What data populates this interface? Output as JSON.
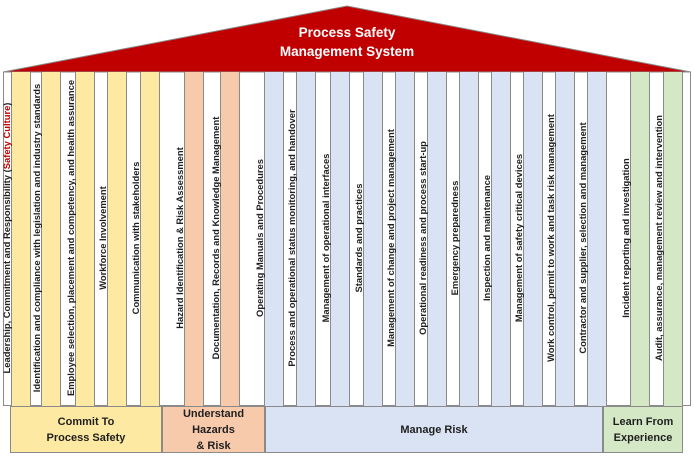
{
  "title_line1": "Process Safety",
  "title_line2": "Management System",
  "colors": {
    "roof": "#c00000",
    "commit": "#fde9a2",
    "understand": "#f7caac",
    "manage": "#dae3f3",
    "learn": "#d5e8c6",
    "red_text": "#c00000"
  },
  "pillars": [
    {
      "group": "commit",
      "label": "Leadership, Commitment and Responsibility (",
      "highlight": "Safety Culture",
      "suffix": ")"
    },
    {
      "group": "commit",
      "label": "Identification and compliance with legislation and industry standards"
    },
    {
      "group": "commit",
      "label": "Employee selection, placement and competency, and health assurance"
    },
    {
      "group": "commit",
      "label": "Workforce Involvement"
    },
    {
      "group": "commit",
      "label": "Communication with stakeholders"
    },
    {
      "group": "understand",
      "label": "Hazard Identification & Risk Assessment"
    },
    {
      "group": "understand",
      "label": "Documentation, Records and Knowledge Management"
    },
    {
      "group": "manage",
      "label": "Operating Manuals and Procedures"
    },
    {
      "group": "manage",
      "label": "Process and operational status monitoring, and handover"
    },
    {
      "group": "manage",
      "label": "Management of operational interfaces"
    },
    {
      "group": "manage",
      "label": "Standards and practices"
    },
    {
      "group": "manage",
      "label": "Management of change and project management"
    },
    {
      "group": "manage",
      "label": "Operational readiness and process start-up"
    },
    {
      "group": "manage",
      "label": "Emergency preparedness"
    },
    {
      "group": "manage",
      "label": "Inspection and maintenance"
    },
    {
      "group": "manage",
      "label": "Management of safety critical devices"
    },
    {
      "group": "manage",
      "label": "Work control, permit to work and task risk management"
    },
    {
      "group": "manage",
      "label": "Contractor and supplier, selection and management"
    },
    {
      "group": "learn",
      "label": "Incident reporting and investigation"
    },
    {
      "group": "learn",
      "label": "Audit, assurance, management review and intervention"
    }
  ],
  "bases": [
    {
      "group": "commit",
      "line1": "Commit To",
      "line2": "Process Safety"
    },
    {
      "group": "understand",
      "line1": "Understand Hazards",
      "line2": "& Risk"
    },
    {
      "group": "manage",
      "line1": "Manage Risk",
      "line2": ""
    },
    {
      "group": "learn",
      "line1": "Learn From",
      "line2": "Experience"
    }
  ]
}
